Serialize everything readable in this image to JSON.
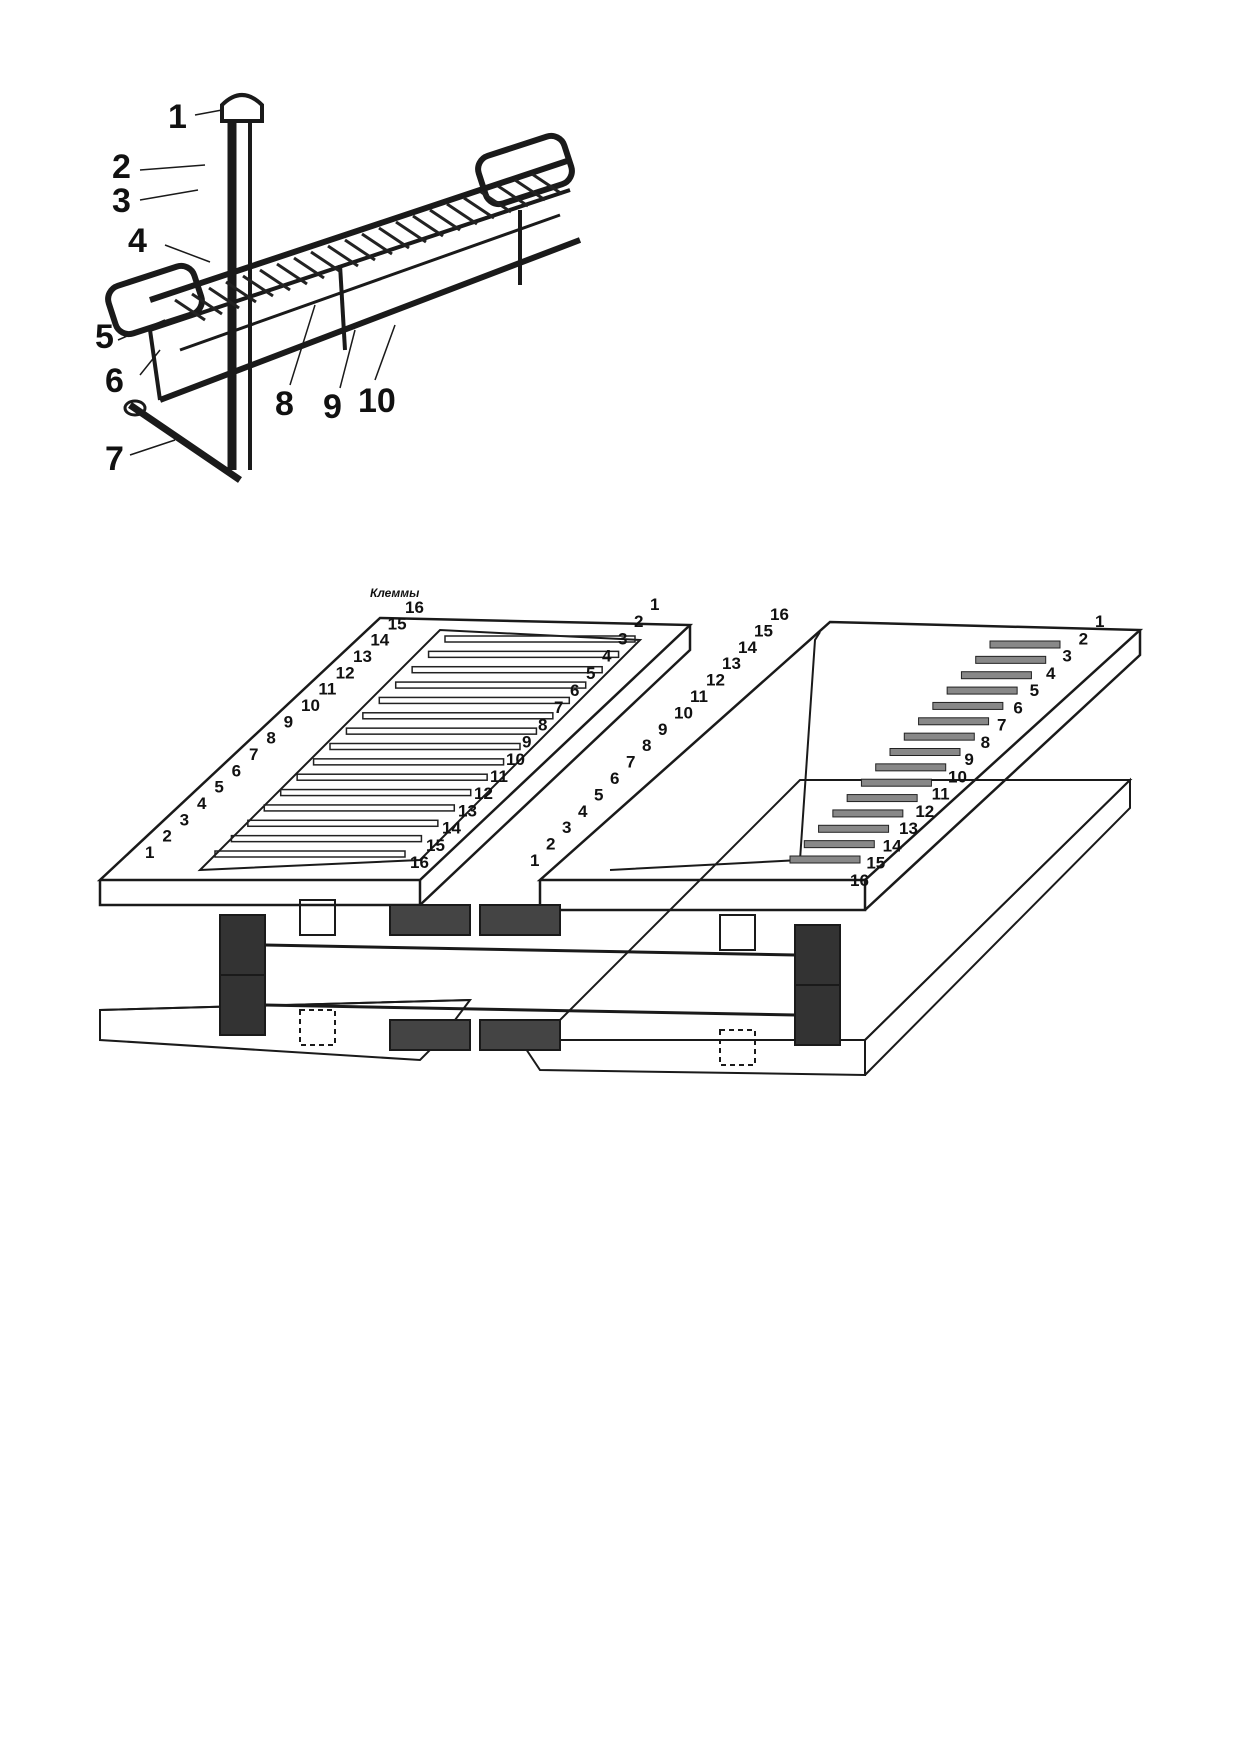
{
  "figure_top": {
    "callouts": [
      {
        "label": "1"
      },
      {
        "label": "2"
      },
      {
        "label": "3"
      },
      {
        "label": "4"
      },
      {
        "label": "5"
      },
      {
        "label": "6"
      },
      {
        "label": "7"
      },
      {
        "label": "8"
      },
      {
        "label": "9"
      },
      {
        "label": "10"
      }
    ]
  },
  "figure_bottom": {
    "clamps_label": "Клеммы",
    "left_panel_left_terminals": [
      "1",
      "2",
      "3",
      "4",
      "5",
      "6",
      "7",
      "8",
      "9",
      "10",
      "11",
      "12",
      "13",
      "14",
      "15",
      "16"
    ],
    "left_panel_right_terminals": [
      "1",
      "2",
      "3",
      "4",
      "5",
      "6",
      "7",
      "8",
      "9",
      "10",
      "11",
      "12",
      "13",
      "14",
      "15",
      "16"
    ],
    "right_panel_left_terminals": [
      "1",
      "2",
      "3",
      "4",
      "5",
      "6",
      "7",
      "8",
      "9",
      "10",
      "11",
      "12",
      "13",
      "14",
      "15",
      "16"
    ],
    "right_panel_right_terminals": [
      "1",
      "2",
      "3",
      "4",
      "5",
      "6",
      "7",
      "8",
      "9",
      "10",
      "11",
      "12",
      "13",
      "14",
      "15",
      "16"
    ]
  }
}
